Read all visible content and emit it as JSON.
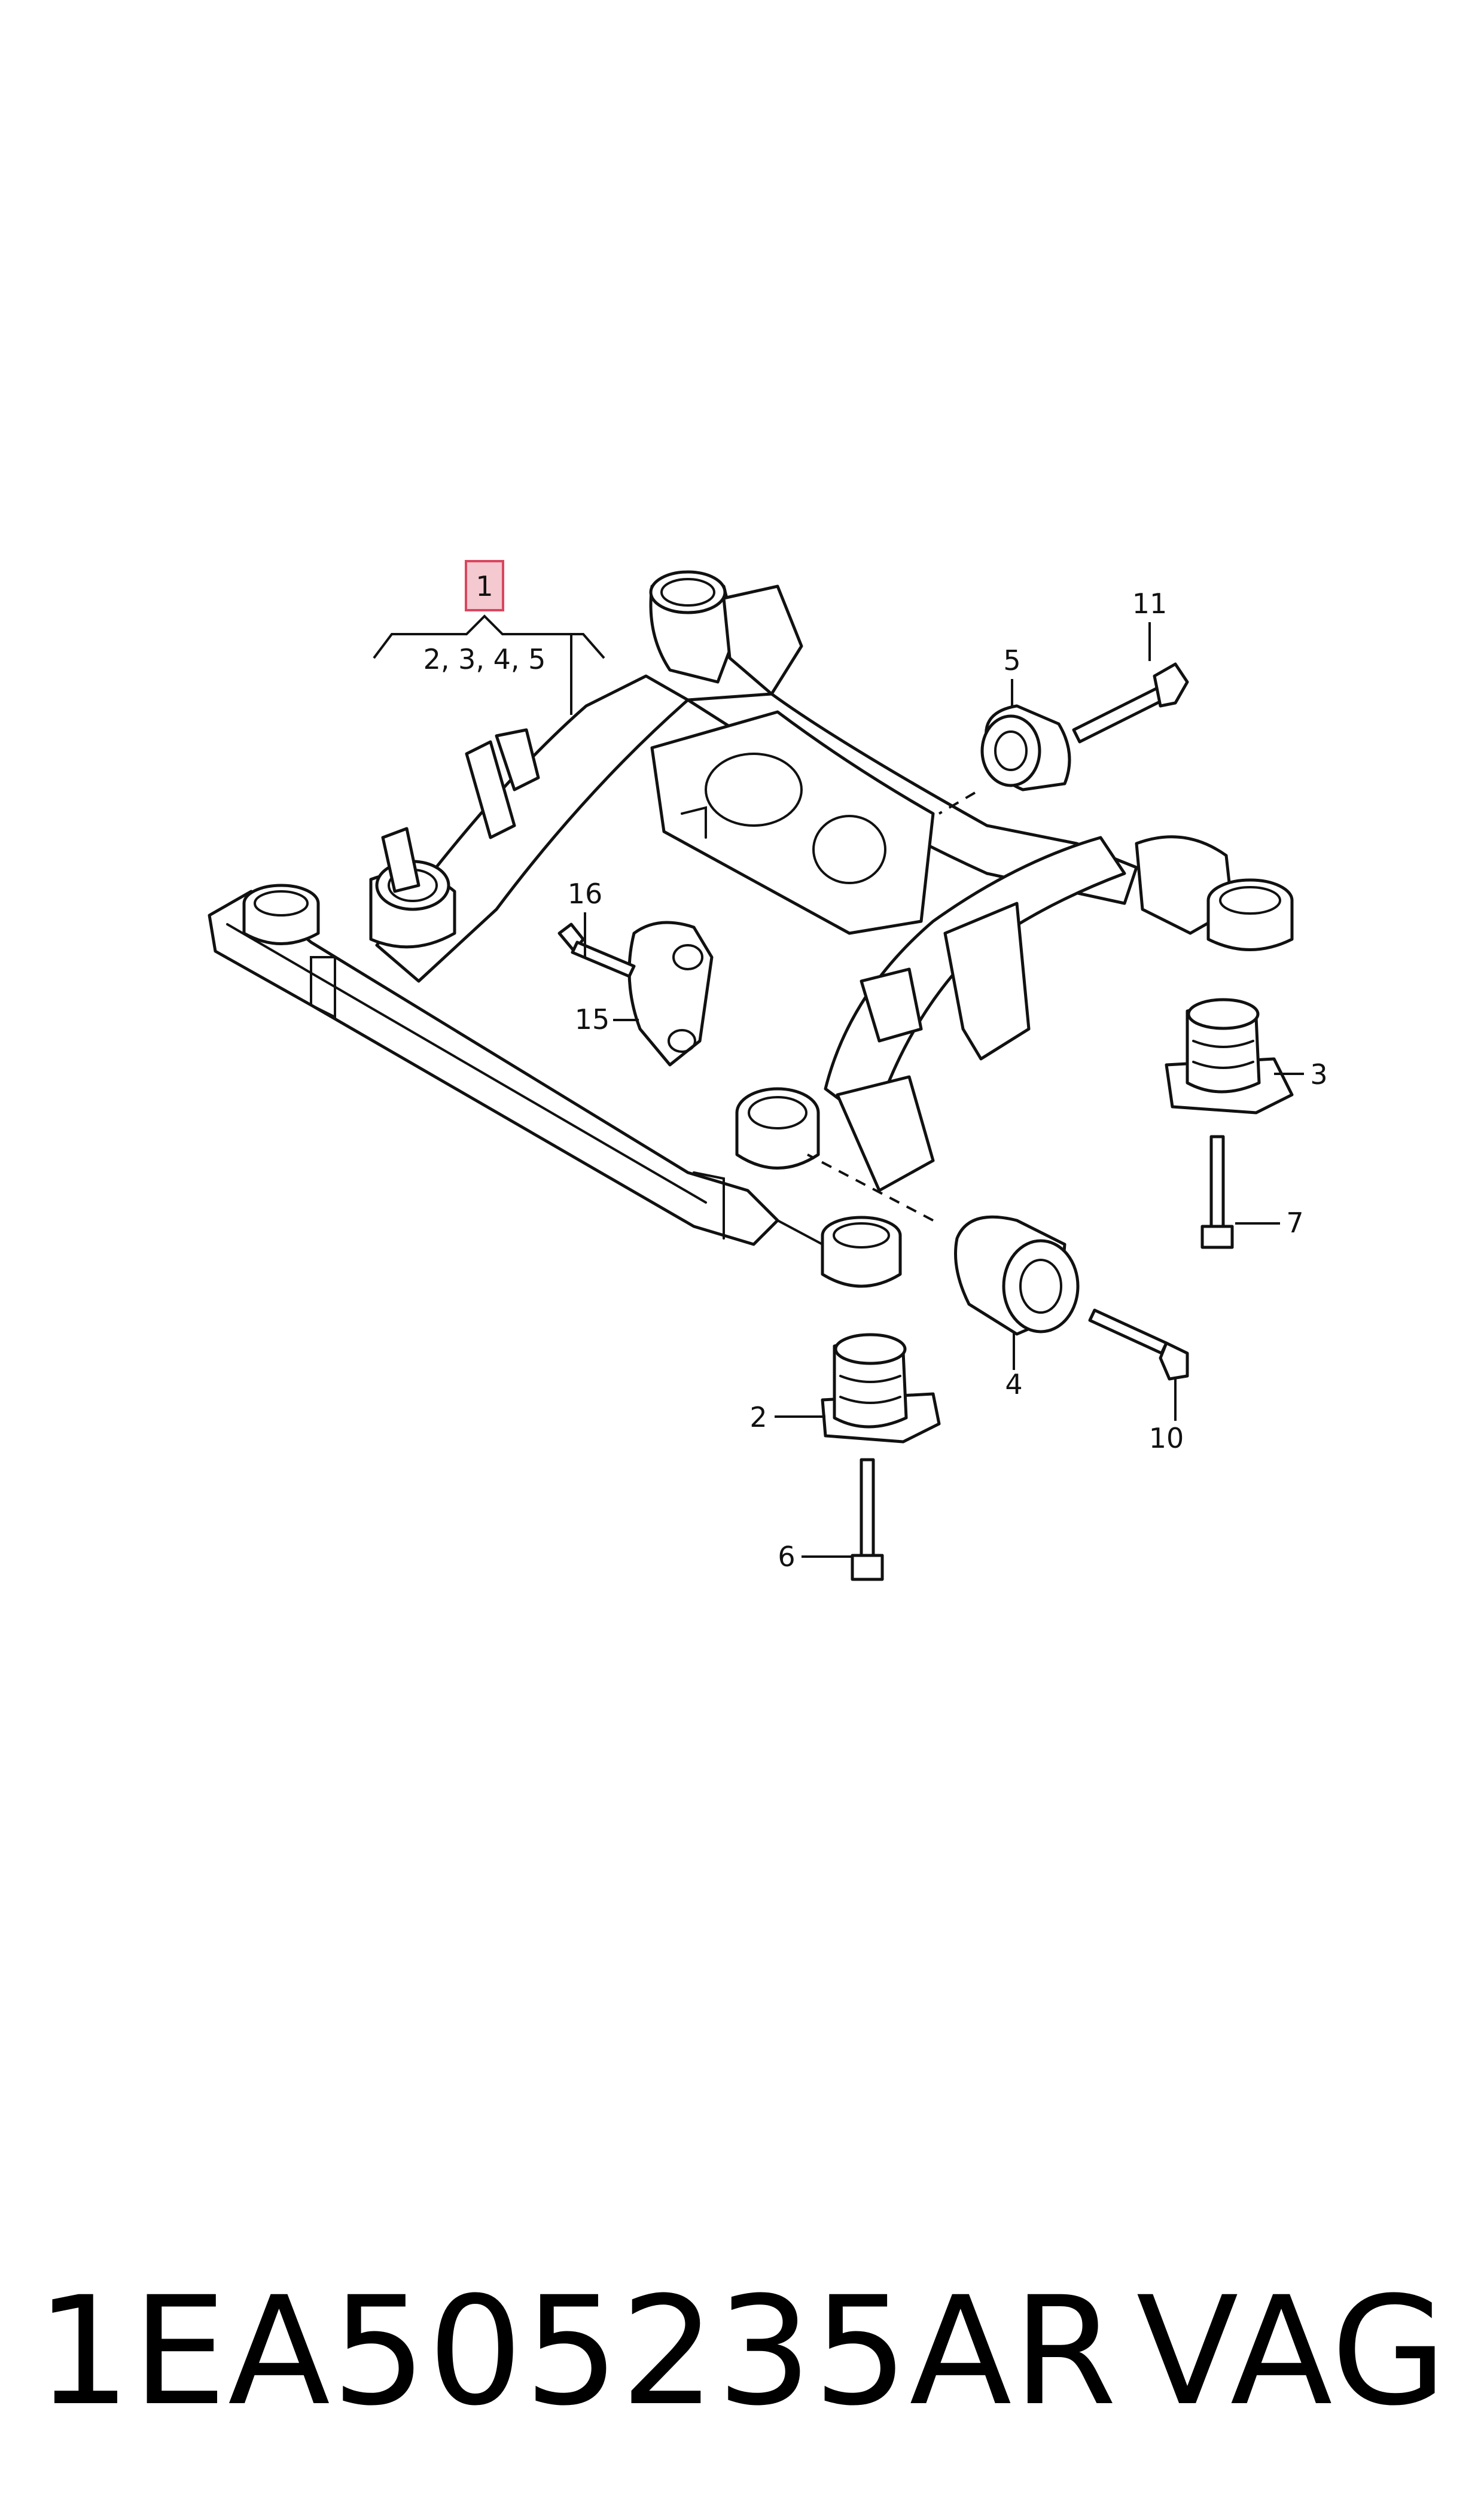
{
  "callouts": {
    "c1": "1",
    "c1_sub": "2, 3, 4, 5",
    "c2": "2",
    "c3": "3",
    "c4": "4",
    "c5": "5",
    "c6": "6",
    "c7": "7",
    "c10": "10",
    "c11": "11",
    "c15": "15",
    "c16": "16"
  },
  "footer": {
    "part_number": "1EA505235AR",
    "brand": "VAG"
  },
  "colors": {
    "highlight_fill": "#f4c9d0",
    "highlight_stroke": "#d9475f",
    "line": "#111111"
  }
}
